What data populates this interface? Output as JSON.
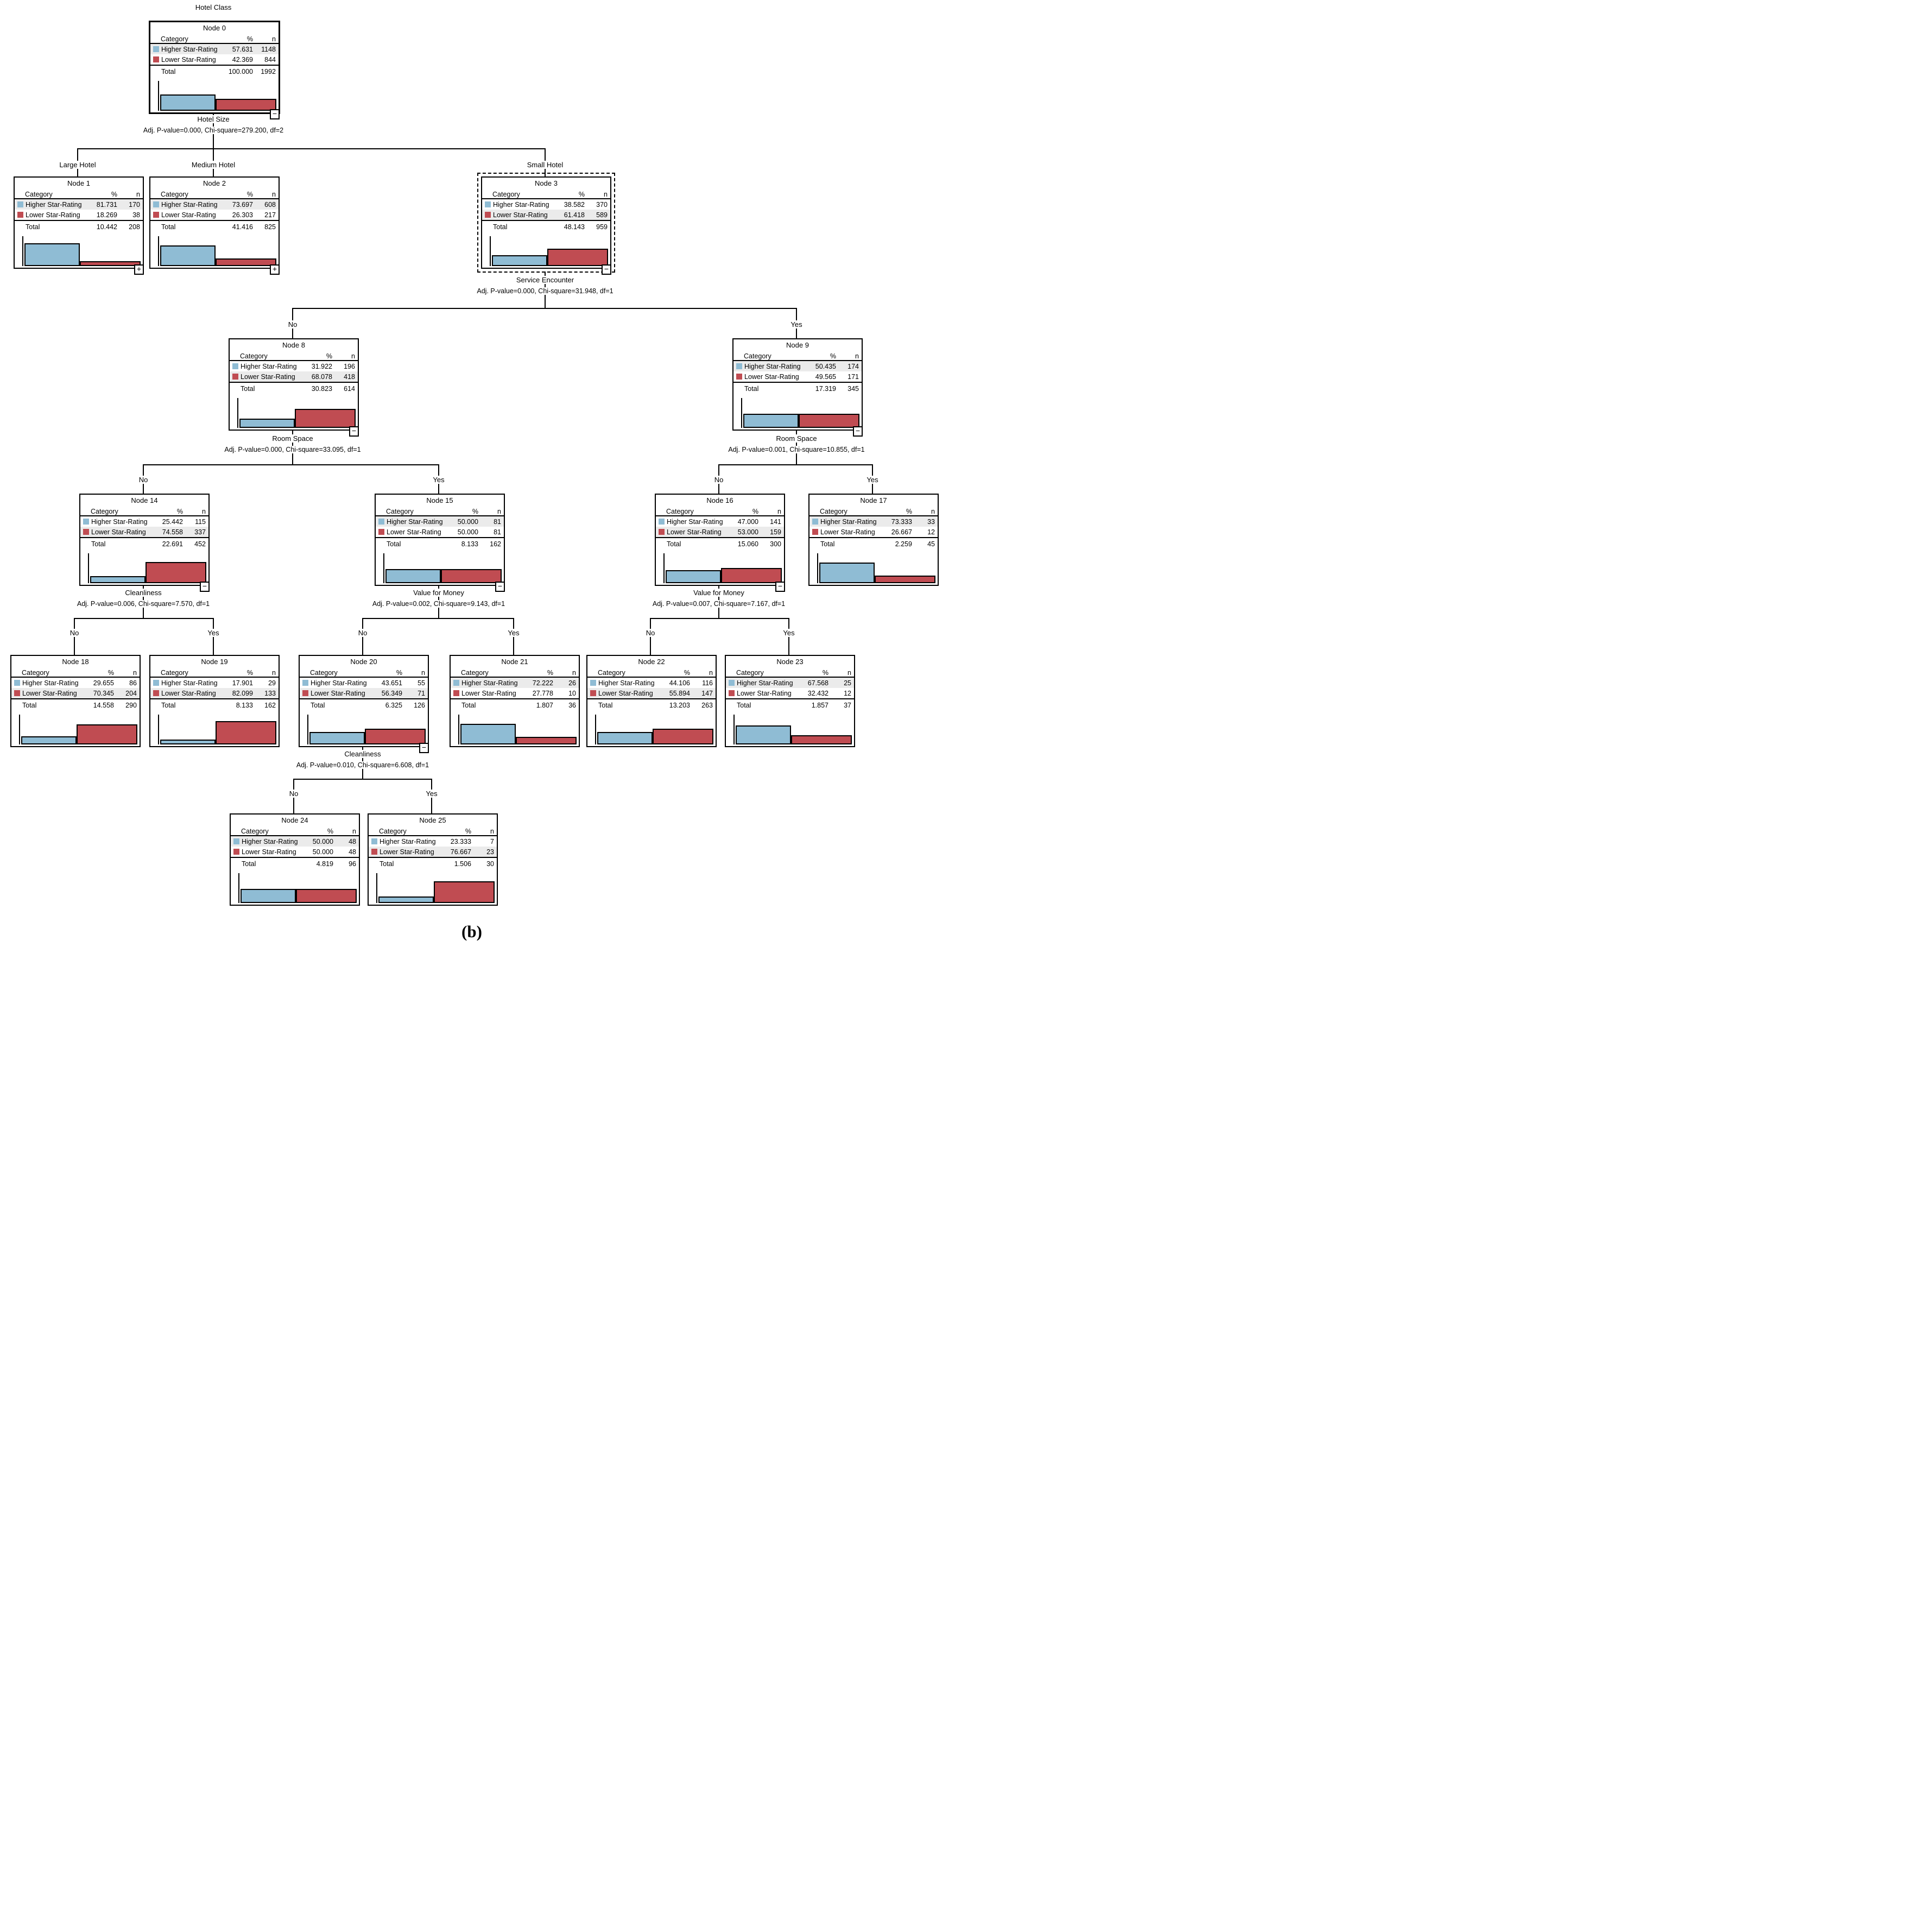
{
  "diagram_title": "Hotel Class",
  "figure_label": "(b)",
  "colors": {
    "higher": "#8FBCD4",
    "lower": "#C04C52",
    "highlight": "#EBEBEB",
    "line": "#000000"
  },
  "table": {
    "category_header": "Category",
    "pct_header": "%",
    "n_header": "n",
    "total_label": "Total"
  },
  "categories": {
    "higher": "Higher Star-Rating",
    "lower": "Lower Star-Rating"
  },
  "splits": [
    {
      "variable": "Hotel Size",
      "stats": "Adj. P-value=0.000, Chi-square=279.200, df=2",
      "branches": [
        "Large Hotel",
        "Medium Hotel",
        "Small Hotel"
      ]
    },
    {
      "variable": "Service Encounter",
      "stats": "Adj. P-value=0.000, Chi-square=31.948, df=1",
      "branches": [
        "No",
        "Yes"
      ]
    },
    {
      "variable": "Room Space",
      "stats": "Adj. P-value=0.000, Chi-square=33.095, df=1",
      "branches": [
        "No",
        "Yes"
      ]
    },
    {
      "variable": "Room Space",
      "stats": "Adj. P-value=0.001, Chi-square=10.855, df=1",
      "branches": [
        "No",
        "Yes"
      ]
    },
    {
      "variable": "Cleanliness",
      "stats": "Adj. P-value=0.006, Chi-square=7.570, df=1",
      "branches": [
        "No",
        "Yes"
      ]
    },
    {
      "variable": "Value for Money",
      "stats": "Adj. P-value=0.002, Chi-square=9.143, df=1",
      "branches": [
        "No",
        "Yes"
      ]
    },
    {
      "variable": "Value for Money",
      "stats": "Adj. P-value=0.007, Chi-square=7.167, df=1",
      "branches": [
        "No",
        "Yes"
      ]
    },
    {
      "variable": "Cleanliness",
      "stats": "Adj. P-value=0.010, Chi-square=6.608, df=1",
      "branches": [
        "No",
        "Yes"
      ]
    }
  ],
  "nodes": [
    {
      "title": "Node 0",
      "higher": {
        "pct": "57.631",
        "n": 1148
      },
      "lower": {
        "pct": "42.369",
        "n": 844
      },
      "total": {
        "pct": "100.000",
        "n": 1992
      },
      "highlight": "higher",
      "button": "−",
      "selected": false
    },
    {
      "title": "Node 1",
      "higher": {
        "pct": "81.731",
        "n": 170
      },
      "lower": {
        "pct": "18.269",
        "n": 38
      },
      "total": {
        "pct": "10.442",
        "n": 208
      },
      "highlight": "higher",
      "button": "+",
      "selected": false
    },
    {
      "title": "Node 2",
      "higher": {
        "pct": "73.697",
        "n": 608
      },
      "lower": {
        "pct": "26.303",
        "n": 217
      },
      "total": {
        "pct": "41.416",
        "n": 825
      },
      "highlight": "higher",
      "button": "+",
      "selected": false
    },
    {
      "title": "Node 3",
      "higher": {
        "pct": "38.582",
        "n": 370
      },
      "lower": {
        "pct": "61.418",
        "n": 589
      },
      "total": {
        "pct": "48.143",
        "n": 959
      },
      "highlight": "lower",
      "button": "−",
      "selected": true
    },
    {
      "title": "Node 8",
      "higher": {
        "pct": "31.922",
        "n": 196
      },
      "lower": {
        "pct": "68.078",
        "n": 418
      },
      "total": {
        "pct": "30.823",
        "n": 614
      },
      "highlight": "lower",
      "button": "−",
      "selected": false
    },
    {
      "title": "Node 9",
      "higher": {
        "pct": "50.435",
        "n": 174
      },
      "lower": {
        "pct": "49.565",
        "n": 171
      },
      "total": {
        "pct": "17.319",
        "n": 345
      },
      "highlight": "higher",
      "button": "−",
      "selected": false
    },
    {
      "title": "Node 14",
      "higher": {
        "pct": "25.442",
        "n": 115
      },
      "lower": {
        "pct": "74.558",
        "n": 337
      },
      "total": {
        "pct": "22.691",
        "n": 452
      },
      "highlight": "lower",
      "button": "−",
      "selected": false
    },
    {
      "title": "Node 15",
      "higher": {
        "pct": "50.000",
        "n": 81
      },
      "lower": {
        "pct": "50.000",
        "n": 81
      },
      "total": {
        "pct": "8.133",
        "n": 162
      },
      "highlight": "higher",
      "button": "−",
      "selected": false
    },
    {
      "title": "Node 16",
      "higher": {
        "pct": "47.000",
        "n": 141
      },
      "lower": {
        "pct": "53.000",
        "n": 159
      },
      "total": {
        "pct": "15.060",
        "n": 300
      },
      "highlight": "lower",
      "button": "−",
      "selected": false
    },
    {
      "title": "Node 17",
      "higher": {
        "pct": "73.333",
        "n": 33
      },
      "lower": {
        "pct": "26.667",
        "n": 12
      },
      "total": {
        "pct": "2.259",
        "n": 45
      },
      "highlight": "higher",
      "button": "",
      "selected": false
    },
    {
      "title": "Node 18",
      "higher": {
        "pct": "29.655",
        "n": 86
      },
      "lower": {
        "pct": "70.345",
        "n": 204
      },
      "total": {
        "pct": "14.558",
        "n": 290
      },
      "highlight": "lower",
      "button": "",
      "selected": false
    },
    {
      "title": "Node 19",
      "higher": {
        "pct": "17.901",
        "n": 29
      },
      "lower": {
        "pct": "82.099",
        "n": 133
      },
      "total": {
        "pct": "8.133",
        "n": 162
      },
      "highlight": "lower",
      "button": "",
      "selected": false
    },
    {
      "title": "Node 20",
      "higher": {
        "pct": "43.651",
        "n": 55
      },
      "lower": {
        "pct": "56.349",
        "n": 71
      },
      "total": {
        "pct": "6.325",
        "n": 126
      },
      "highlight": "lower",
      "button": "−",
      "selected": false
    },
    {
      "title": "Node 21",
      "higher": {
        "pct": "72.222",
        "n": 26
      },
      "lower": {
        "pct": "27.778",
        "n": 10
      },
      "total": {
        "pct": "1.807",
        "n": 36
      },
      "highlight": "higher",
      "button": "",
      "selected": false
    },
    {
      "title": "Node 22",
      "higher": {
        "pct": "44.106",
        "n": 116
      },
      "lower": {
        "pct": "55.894",
        "n": 147
      },
      "total": {
        "pct": "13.203",
        "n": 263
      },
      "highlight": "lower",
      "button": "",
      "selected": false
    },
    {
      "title": "Node 23",
      "higher": {
        "pct": "67.568",
        "n": 25
      },
      "lower": {
        "pct": "32.432",
        "n": 12
      },
      "total": {
        "pct": "1.857",
        "n": 37
      },
      "highlight": "higher",
      "button": "",
      "selected": false
    },
    {
      "title": "Node 24",
      "higher": {
        "pct": "50.000",
        "n": 48
      },
      "lower": {
        "pct": "50.000",
        "n": 48
      },
      "total": {
        "pct": "4.819",
        "n": 96
      },
      "highlight": "higher",
      "button": "",
      "selected": false
    },
    {
      "title": "Node 25",
      "higher": {
        "pct": "23.333",
        "n": 7
      },
      "lower": {
        "pct": "76.667",
        "n": 23
      },
      "total": {
        "pct": "1.506",
        "n": 30
      },
      "highlight": "lower",
      "button": "",
      "selected": false
    }
  ]
}
